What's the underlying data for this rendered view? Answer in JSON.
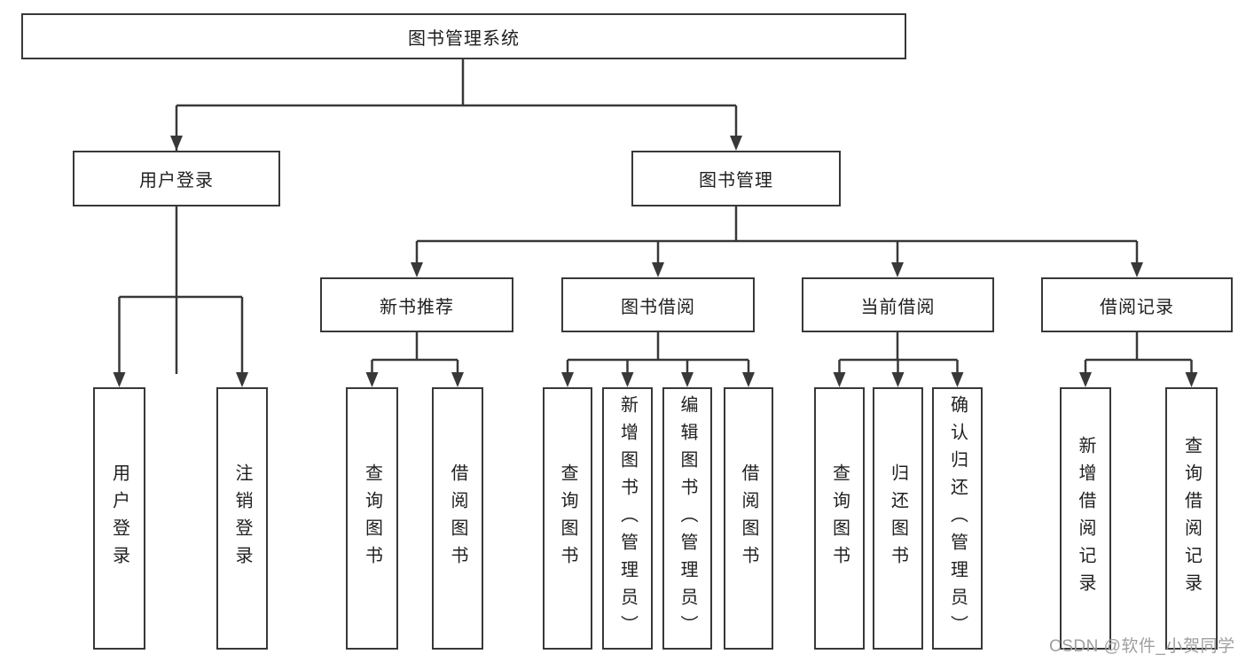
{
  "diagram": {
    "type": "hierarchy-tree",
    "background": "#ffffff",
    "line_color": "#383838",
    "text_color": "#1f1f1f",
    "watermark": {
      "text": "CSDN @软件_小贺同学",
      "color": "#9f9f9f"
    },
    "tree": {
      "label": "图书管理系统",
      "children": [
        {
          "label": "用户登录",
          "children": [
            {
              "label": "用户登录"
            },
            {
              "label": "注销登录"
            }
          ]
        },
        {
          "label": "图书管理",
          "children": [
            {
              "label": "新书推荐",
              "children": [
                {
                  "label": "查询图书"
                },
                {
                  "label": "借阅图书"
                }
              ]
            },
            {
              "label": "图书借阅",
              "children": [
                {
                  "label": "查询图书"
                },
                {
                  "label": "新增图书（管理员）"
                },
                {
                  "label": "编辑图书（管理员）"
                },
                {
                  "label": "借阅图书"
                }
              ]
            },
            {
              "label": "当前借阅",
              "children": [
                {
                  "label": "查询图书"
                },
                {
                  "label": "归还图书"
                },
                {
                  "label": "确认归还（管理员）"
                }
              ]
            },
            {
              "label": "借阅记录",
              "children": [
                {
                  "label": "新增借阅记录"
                },
                {
                  "label": "查询借阅记录"
                }
              ]
            }
          ]
        }
      ]
    }
  }
}
